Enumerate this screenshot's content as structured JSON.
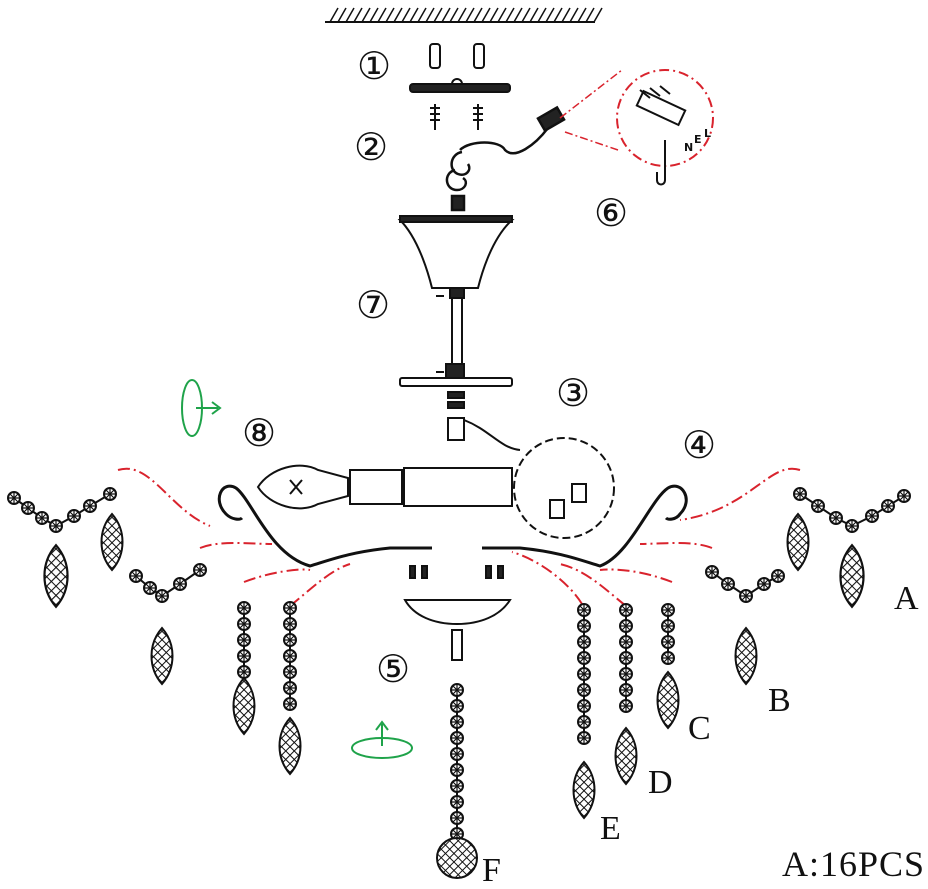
{
  "steps": [
    "①",
    "②",
    "③",
    "④",
    "⑤",
    "⑥",
    "⑦",
    "⑧"
  ],
  "letters": [
    "A",
    "B",
    "C",
    "D",
    "E",
    "F"
  ],
  "wire_labels": [
    "N",
    "E",
    "L"
  ],
  "quantity": "A:16PCS",
  "colors": {
    "line": "#111111",
    "accent_dash": "#d9232d",
    "arrow_green": "#1fa34a"
  },
  "icons": [
    "ceiling-hatch-icon",
    "rotate-arrow-icon",
    "rotate-arrow-horizontal-icon",
    "bulb-icon",
    "crystal-drop-icon",
    "crystal-ball-icon"
  ]
}
